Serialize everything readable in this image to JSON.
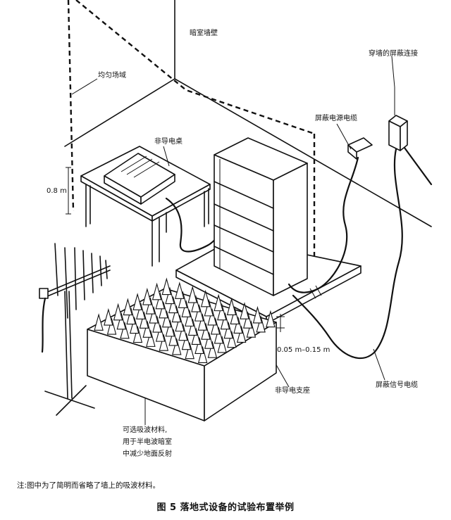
{
  "labels": {
    "anechoic_wall": "暗室墙壁",
    "uniform_field": "均匀场域",
    "feedthrough": "穿墙的屏蔽连接",
    "shielded_power": "屏蔽电源电缆",
    "nonconductive_table": "非导电桌",
    "height_08": "0.8 m",
    "height_range": "0.05 m–0.15 m",
    "nonconductive_support": "非导电支座",
    "shielded_signal": "屏蔽信号电缆",
    "absorber_line1": "可选吸波材料,",
    "absorber_line2": "用于半电波暗室",
    "absorber_line3": "中减少地面反射"
  },
  "note": "注:图中为了简明而省略了墙上的吸波材料。",
  "caption": "图 5   落地式设备的试验布置举例"
}
